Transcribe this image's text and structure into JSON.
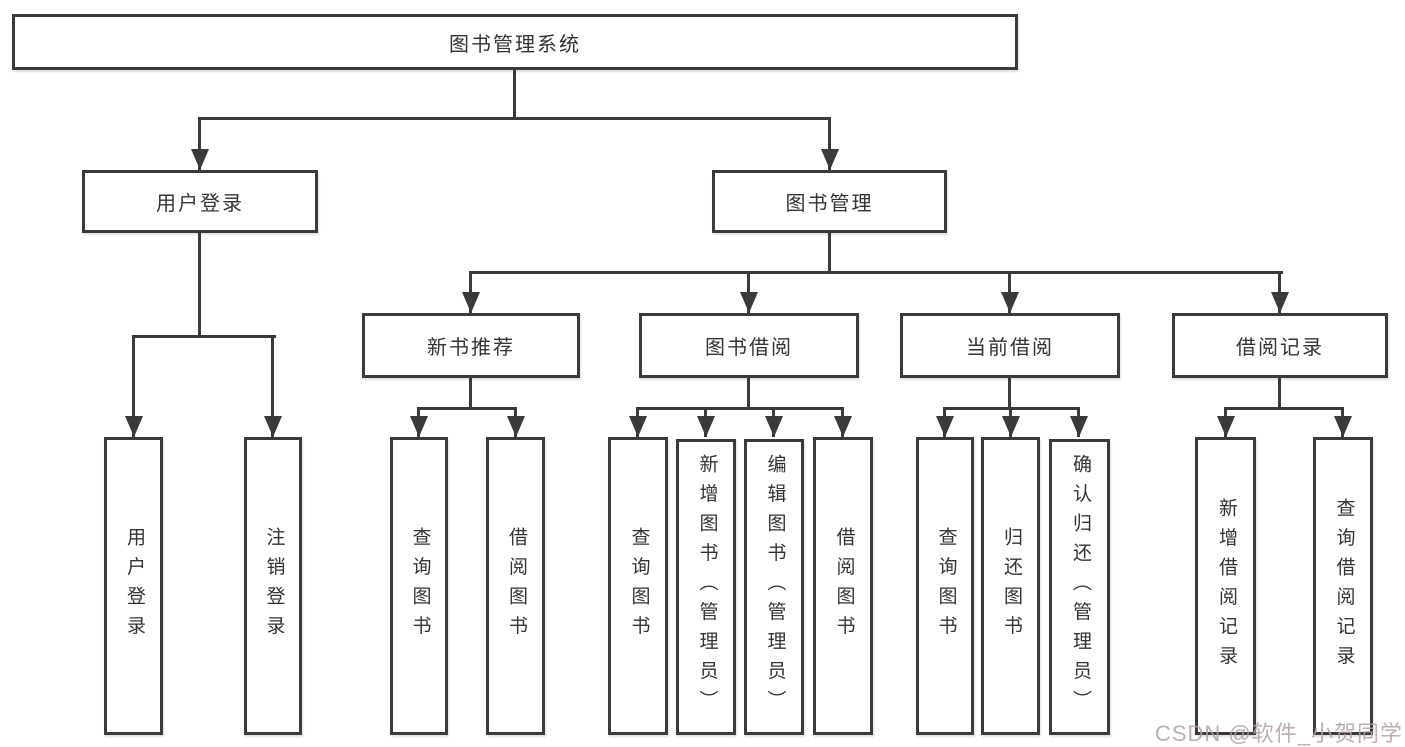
{
  "diagram": {
    "title": "图书管理系统",
    "root": {
      "label": "图书管理系统"
    },
    "user_login": {
      "label": "用户登录",
      "children": [
        {
          "label": "用户登录"
        },
        {
          "label": "注销登录"
        }
      ]
    },
    "book_mgmt": {
      "label": "图书管理",
      "sections": [
        {
          "label": "新书推荐",
          "children": [
            {
              "label": "查询图书"
            },
            {
              "label": "借阅图书"
            }
          ]
        },
        {
          "label": "图书借阅",
          "children": [
            {
              "label": "查询图书"
            },
            {
              "label": "新增图书（管理员）"
            },
            {
              "label": "编辑图书（管理员）"
            },
            {
              "label": "借阅图书"
            }
          ]
        },
        {
          "label": "当前借阅",
          "children": [
            {
              "label": "查询图书"
            },
            {
              "label": "归还图书"
            },
            {
              "label": "确认归还（管理员）"
            }
          ]
        },
        {
          "label": "借阅记录",
          "children": [
            {
              "label": "新增借阅记录"
            },
            {
              "label": "查询借阅记录"
            }
          ]
        }
      ]
    }
  },
  "watermark": {
    "text": "CSDN @软件_小贺同学"
  },
  "colors": {
    "line": "#3a3a3a",
    "text": "#333333",
    "background": "#ffffff",
    "watermark": "#b3a0a0"
  }
}
